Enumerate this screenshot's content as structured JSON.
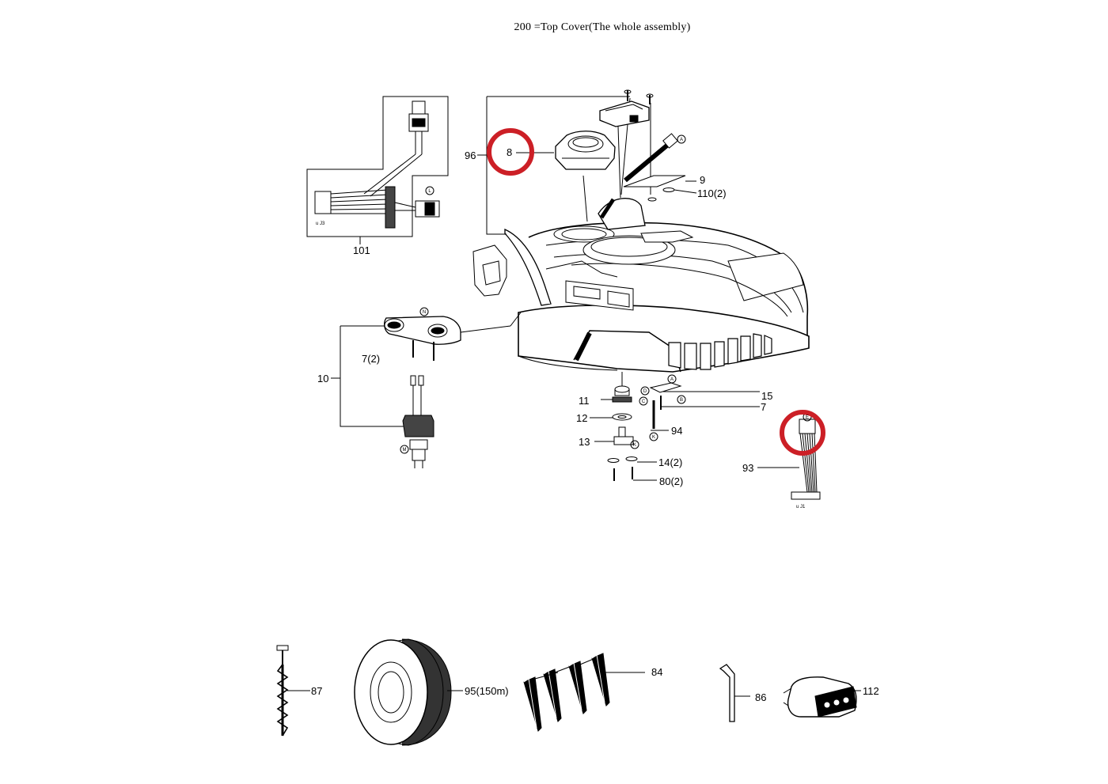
{
  "title": "200 =Top Cover(The whole assembly)",
  "callouts": {
    "c8": "8",
    "c96": "96",
    "c9": "9",
    "c110": "110(2)",
    "c101": "101",
    "c7a": "7(2)",
    "c10": "10",
    "c11": "11",
    "c12": "12",
    "c13": "13",
    "c15": "15",
    "c7b": "7",
    "c94": "94",
    "c14": "14(2)",
    "c80": "80(2)",
    "c93": "93",
    "c87": "87",
    "c95": "95(150m)",
    "c84": "84",
    "c86": "86",
    "c112": "112"
  },
  "letters": {
    "A": "A",
    "B": "B",
    "C": "C",
    "D": "D",
    "K": "K",
    "L": "L",
    "M": "M",
    "N": "N",
    "E": "E"
  },
  "tiny": {
    "j13": "u J3",
    "j11": "u J1"
  },
  "highlight_color": "#cc1f26"
}
